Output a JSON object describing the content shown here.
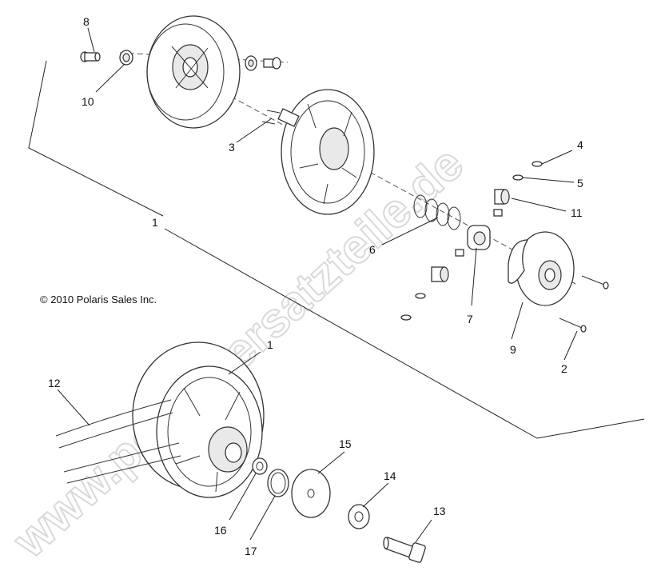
{
  "copyright": "© 2010 Polaris Sales Inc.",
  "watermark": "www.polarisersatzteile.de",
  "callouts": {
    "c1_top": "1",
    "c1_lower": "1",
    "c2": "2",
    "c3": "3",
    "c4": "4",
    "c5": "5",
    "c6": "6",
    "c7": "7",
    "c8": "8",
    "c9": "9",
    "c10": "10",
    "c11": "11",
    "c12": "12",
    "c13": "13",
    "c14": "14",
    "c15": "15",
    "c16": "16",
    "c17": "17"
  }
}
